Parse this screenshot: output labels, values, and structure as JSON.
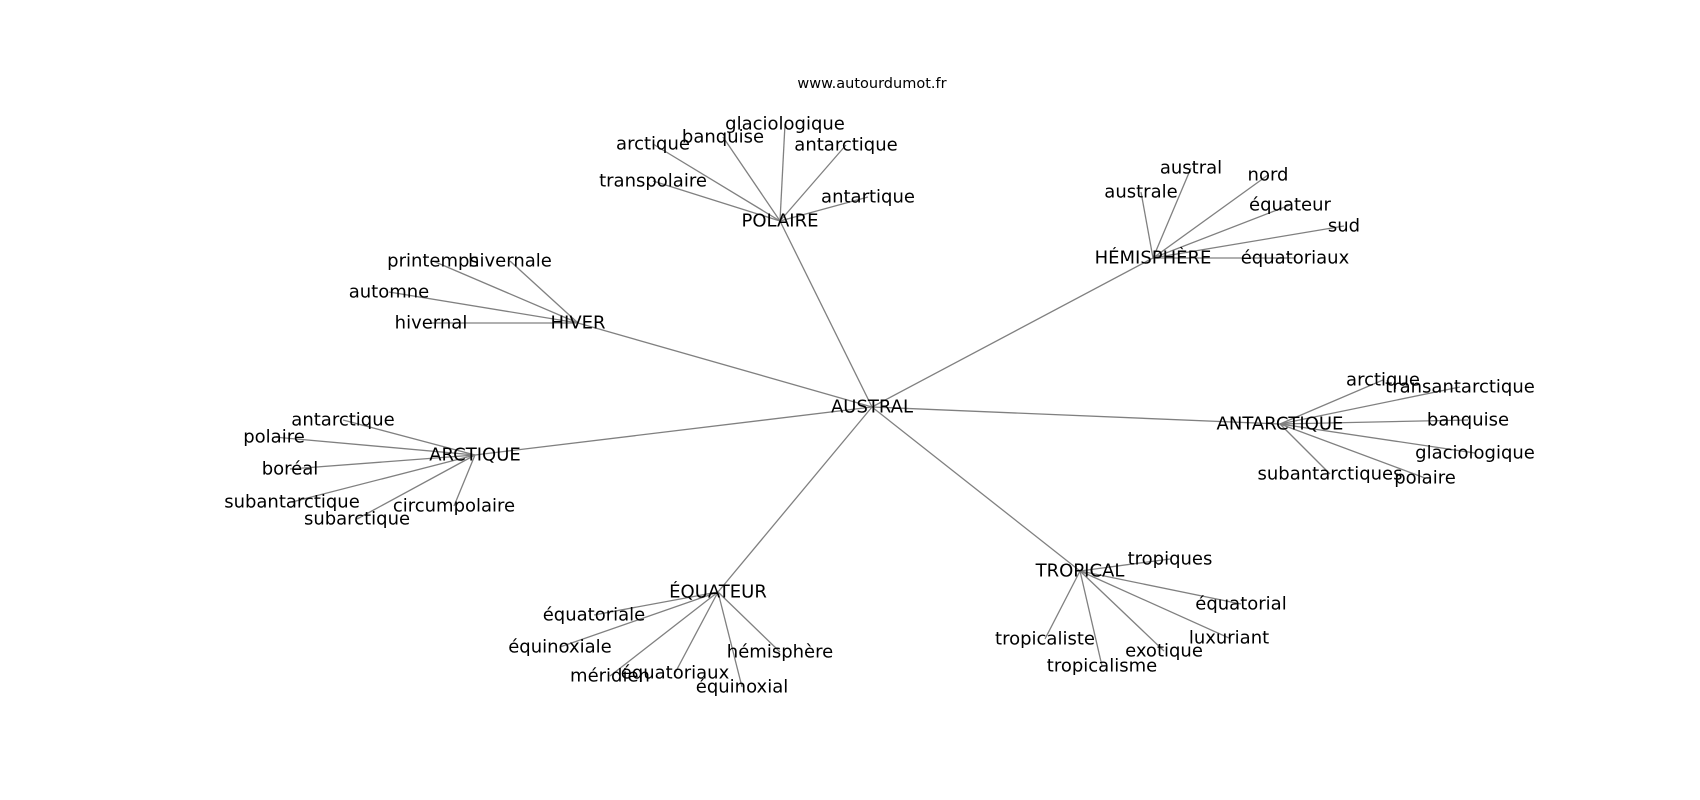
{
  "source": "www.autourdumot.fr",
  "nodes": [
    {
      "id": "austral",
      "label": "AUSTRAL"
    },
    {
      "id": "polaire",
      "label": "POLAIRE"
    },
    {
      "id": "hemisphere",
      "label": "HÉMISPHÈRE"
    },
    {
      "id": "hiver",
      "label": "HIVER"
    },
    {
      "id": "antarctique",
      "label": "ANTARCTIQUE"
    },
    {
      "id": "arctique",
      "label": "ARCTIQUE"
    },
    {
      "id": "equateur",
      "label": "ÉQUATEUR"
    },
    {
      "id": "tropical",
      "label": "TROPICAL"
    },
    {
      "id": "p1",
      "label": "glaciologique"
    },
    {
      "id": "p2",
      "label": "banquise"
    },
    {
      "id": "p3",
      "label": "arctique"
    },
    {
      "id": "p4",
      "label": "antarctique"
    },
    {
      "id": "p5",
      "label": "transpolaire"
    },
    {
      "id": "p6",
      "label": "antartique"
    },
    {
      "id": "h1",
      "label": "austral"
    },
    {
      "id": "h2",
      "label": "nord"
    },
    {
      "id": "h3",
      "label": "australe"
    },
    {
      "id": "h4",
      "label": "équateur"
    },
    {
      "id": "h5",
      "label": "sud"
    },
    {
      "id": "h6",
      "label": "équatoriaux"
    },
    {
      "id": "v1",
      "label": "printemps"
    },
    {
      "id": "v2",
      "label": "hivernale"
    },
    {
      "id": "v3",
      "label": "automne"
    },
    {
      "id": "v4",
      "label": "hivernal"
    },
    {
      "id": "a1",
      "label": "arctique"
    },
    {
      "id": "a2",
      "label": "transantarctique"
    },
    {
      "id": "a3",
      "label": "banquise"
    },
    {
      "id": "a4",
      "label": "glaciologique"
    },
    {
      "id": "a5",
      "label": "subantarctiques"
    },
    {
      "id": "a6",
      "label": "polaire"
    },
    {
      "id": "r1",
      "label": "antarctique"
    },
    {
      "id": "r2",
      "label": "polaire"
    },
    {
      "id": "r3",
      "label": "boréal"
    },
    {
      "id": "r4",
      "label": "subantarctique"
    },
    {
      "id": "r5",
      "label": "circumpolaire"
    },
    {
      "id": "r6",
      "label": "subarctique"
    },
    {
      "id": "e1",
      "label": "équatoriale"
    },
    {
      "id": "e2",
      "label": "équinoxiale"
    },
    {
      "id": "e3",
      "label": "hémisphère"
    },
    {
      "id": "e4",
      "label": "méridien"
    },
    {
      "id": "e5",
      "label": "équatoriaux"
    },
    {
      "id": "e6",
      "label": "équinoxial"
    },
    {
      "id": "t1",
      "label": "tropiques"
    },
    {
      "id": "t2",
      "label": "équatorial"
    },
    {
      "id": "t3",
      "label": "tropicaliste"
    },
    {
      "id": "t4",
      "label": "luxuriant"
    },
    {
      "id": "t5",
      "label": "exotique"
    },
    {
      "id": "t6",
      "label": "tropicalisme"
    }
  ],
  "edges": [
    [
      "austral",
      "polaire"
    ],
    [
      "austral",
      "hemisphere"
    ],
    [
      "austral",
      "hiver"
    ],
    [
      "austral",
      "antarctique"
    ],
    [
      "austral",
      "arctique"
    ],
    [
      "austral",
      "equateur"
    ],
    [
      "austral",
      "tropical"
    ],
    [
      "polaire",
      "p1"
    ],
    [
      "polaire",
      "p2"
    ],
    [
      "polaire",
      "p3"
    ],
    [
      "polaire",
      "p4"
    ],
    [
      "polaire",
      "p5"
    ],
    [
      "polaire",
      "p6"
    ],
    [
      "hemisphere",
      "h1"
    ],
    [
      "hemisphere",
      "h2"
    ],
    [
      "hemisphere",
      "h3"
    ],
    [
      "hemisphere",
      "h4"
    ],
    [
      "hemisphere",
      "h5"
    ],
    [
      "hemisphere",
      "h6"
    ],
    [
      "hiver",
      "v1"
    ],
    [
      "hiver",
      "v2"
    ],
    [
      "hiver",
      "v3"
    ],
    [
      "hiver",
      "v4"
    ],
    [
      "antarctique",
      "a1"
    ],
    [
      "antarctique",
      "a2"
    ],
    [
      "antarctique",
      "a3"
    ],
    [
      "antarctique",
      "a4"
    ],
    [
      "antarctique",
      "a5"
    ],
    [
      "antarctique",
      "a6"
    ],
    [
      "arctique",
      "r1"
    ],
    [
      "arctique",
      "r2"
    ],
    [
      "arctique",
      "r3"
    ],
    [
      "arctique",
      "r4"
    ],
    [
      "arctique",
      "r5"
    ],
    [
      "arctique",
      "r6"
    ],
    [
      "equateur",
      "e1"
    ],
    [
      "equateur",
      "e2"
    ],
    [
      "equateur",
      "e3"
    ],
    [
      "equateur",
      "e4"
    ],
    [
      "equateur",
      "e5"
    ],
    [
      "equateur",
      "e6"
    ],
    [
      "tropical",
      "t1"
    ],
    [
      "tropical",
      "t2"
    ],
    [
      "tropical",
      "t3"
    ],
    [
      "tropical",
      "t4"
    ],
    [
      "tropical",
      "t5"
    ],
    [
      "tropical",
      "t6"
    ]
  ]
}
